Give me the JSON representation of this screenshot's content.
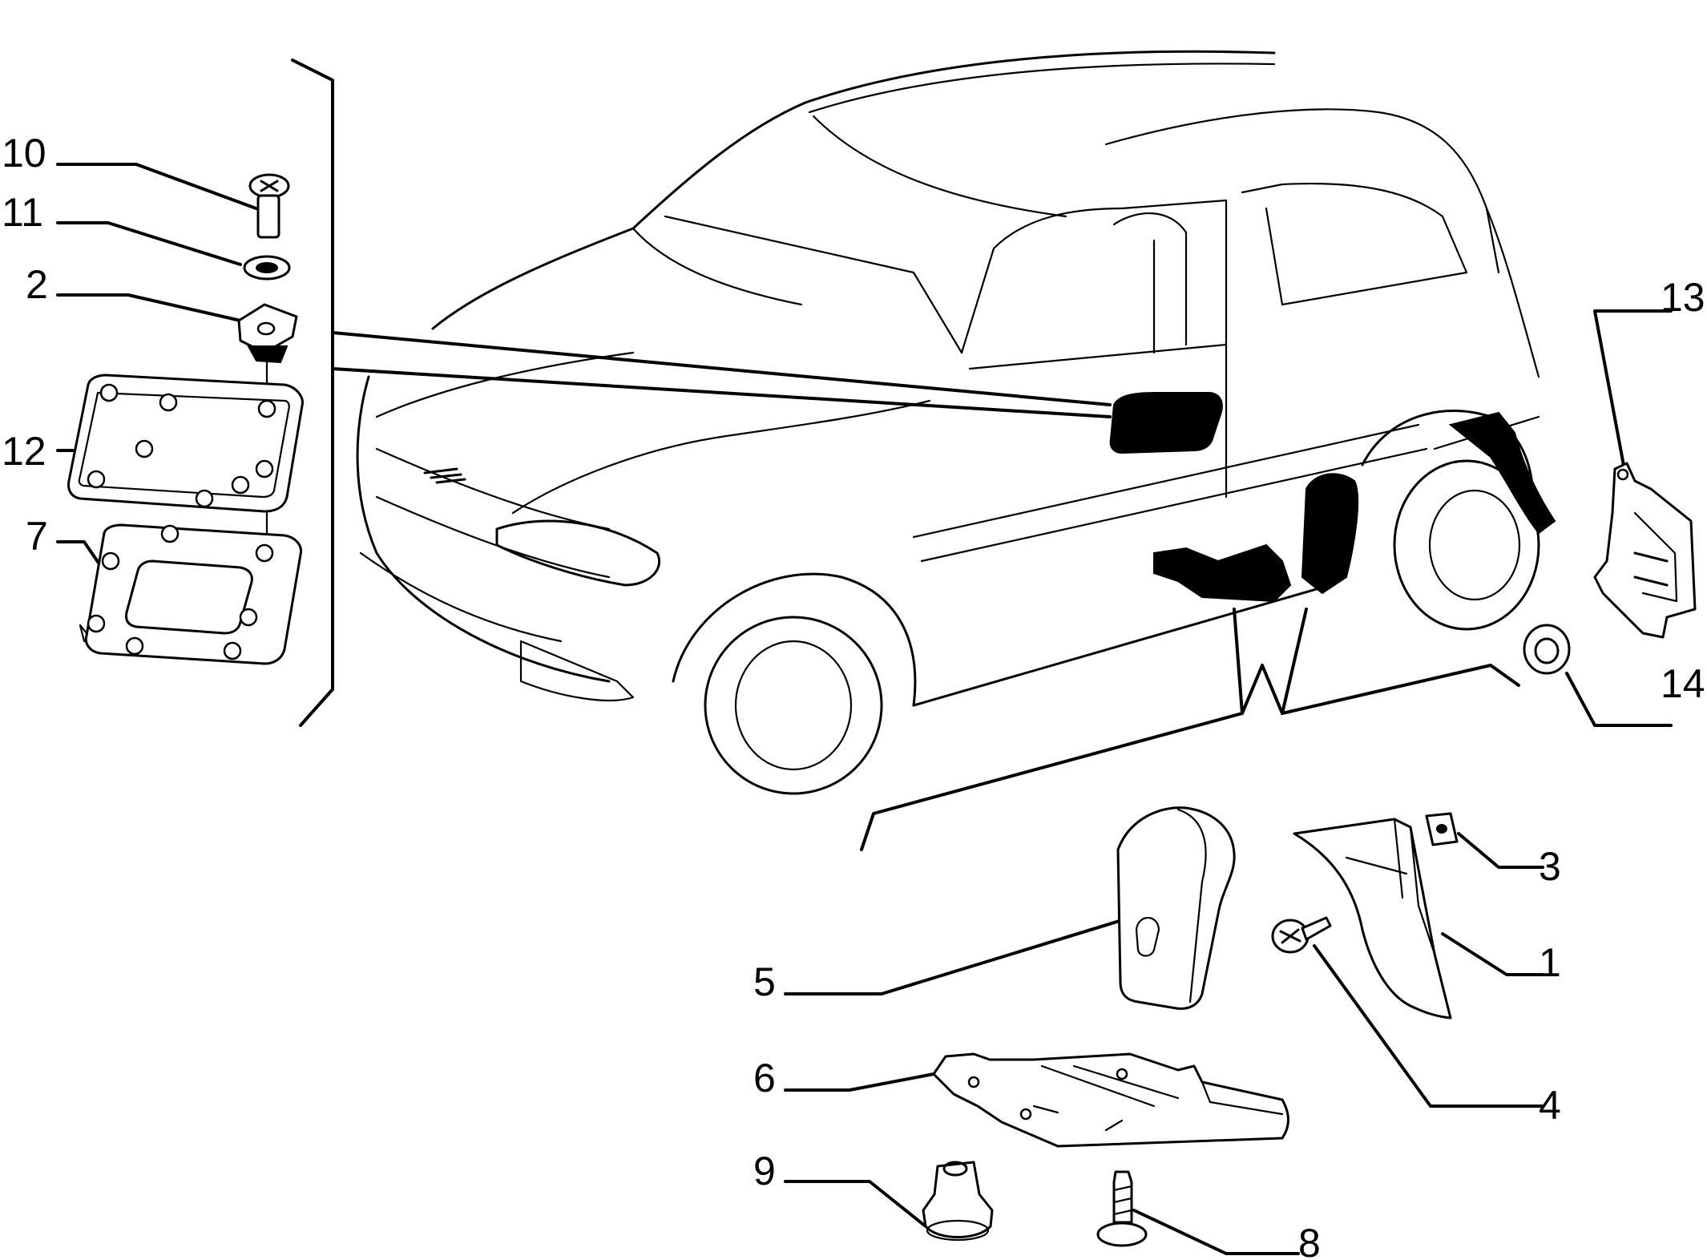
{
  "diagram": {
    "colors": {
      "line": "#000000",
      "background": "#ffffff",
      "highlight": "#000000"
    },
    "callouts": [
      {
        "id": "10",
        "text": "10"
      },
      {
        "id": "11",
        "text": "11"
      },
      {
        "id": "2",
        "text": "2"
      },
      {
        "id": "12",
        "text": "12"
      },
      {
        "id": "7",
        "text": "7"
      },
      {
        "id": "13",
        "text": "13"
      },
      {
        "id": "14",
        "text": "14"
      },
      {
        "id": "3",
        "text": "3"
      },
      {
        "id": "1",
        "text": "1"
      },
      {
        "id": "4",
        "text": "4"
      },
      {
        "id": "5",
        "text": "5"
      },
      {
        "id": "6",
        "text": "6"
      },
      {
        "id": "9",
        "text": "9"
      },
      {
        "id": "8",
        "text": "8"
      }
    ]
  }
}
